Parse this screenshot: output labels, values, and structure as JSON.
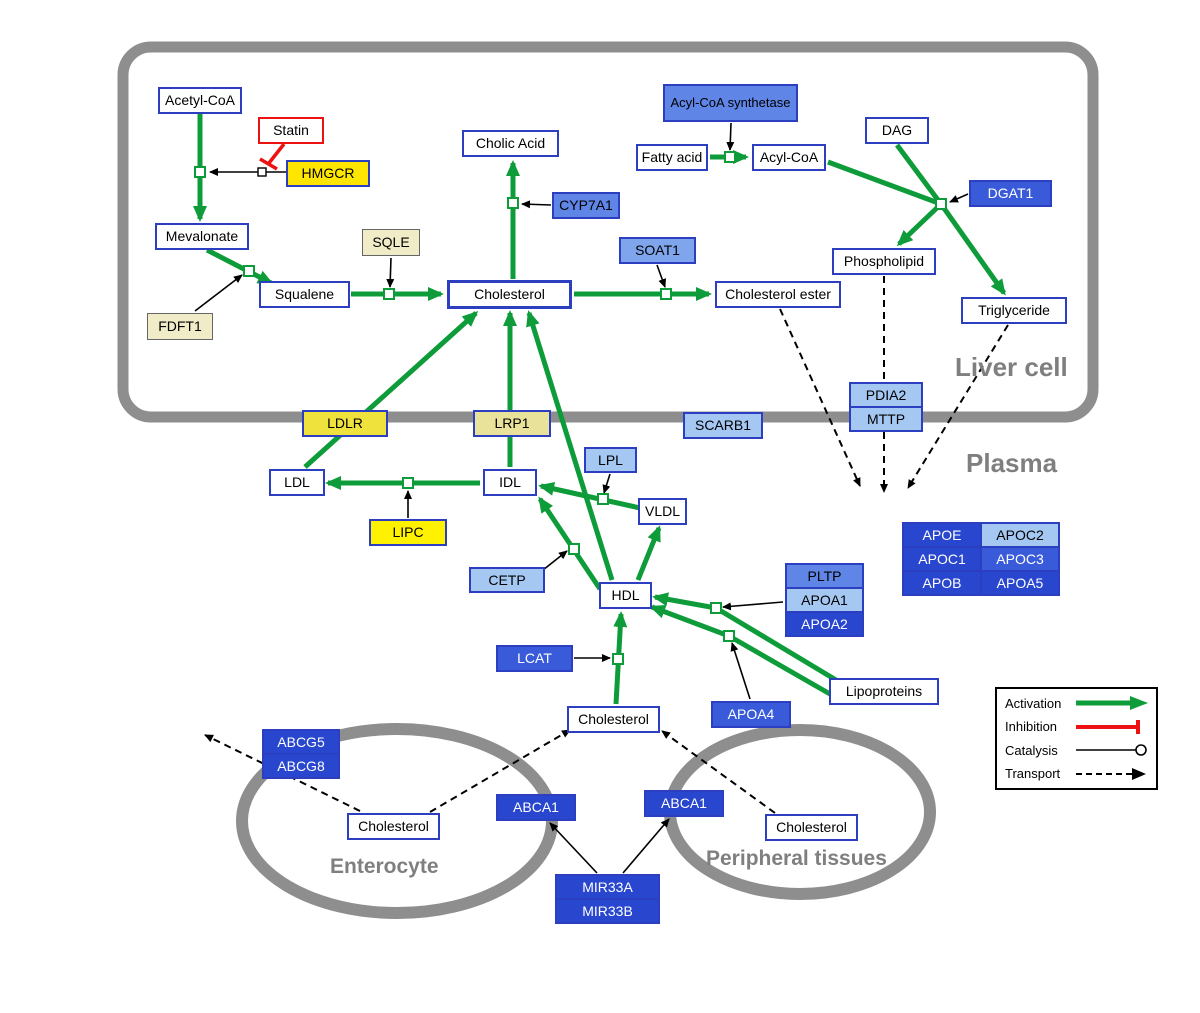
{
  "compartments": {
    "liver_cell": {
      "label": "Liver cell"
    },
    "plasma": {
      "label": "Plasma"
    },
    "enterocyte": {
      "label": "Enterocyte"
    },
    "peripheral_tissues": {
      "label": "Peripheral tissues"
    }
  },
  "legend": {
    "items": [
      {
        "label": "Activation",
        "type": "activation",
        "color": "#0E9C3A"
      },
      {
        "label": "Inhibition",
        "type": "inhibition",
        "color": "#EE1111"
      },
      {
        "label": "Catalysis",
        "type": "catalysis",
        "color": "#000000"
      },
      {
        "label": "Transport",
        "type": "transport",
        "color": "#000000"
      }
    ]
  },
  "nodes": {
    "acetyl_coa": {
      "label": "Acetyl-CoA"
    },
    "statin": {
      "label": "Statin"
    },
    "hmgcr": {
      "label": "HMGCR"
    },
    "mevalonate": {
      "label": "Mevalonate"
    },
    "sqle": {
      "label": "SQLE"
    },
    "fdft1": {
      "label": "FDFT1"
    },
    "squalene": {
      "label": "Squalene"
    },
    "cholesterol_liver": {
      "label": "Cholesterol"
    },
    "cholic_acid": {
      "label": "Cholic Acid"
    },
    "cyp7a1": {
      "label": "CYP7A1"
    },
    "soat1": {
      "label": "SOAT1"
    },
    "cholesterol_ester": {
      "label": "Cholesterol ester"
    },
    "acyl_coa_synthetase": {
      "label": "Acyl-CoA synthetase"
    },
    "fatty_acid": {
      "label": "Fatty acid"
    },
    "acyl_coa": {
      "label": "Acyl-CoA"
    },
    "dag": {
      "label": "DAG"
    },
    "dgat1": {
      "label": "DGAT1"
    },
    "phospholipid": {
      "label": "Phospholipid"
    },
    "triglyceride": {
      "label": "Triglyceride"
    },
    "pdia2": {
      "label": "PDIA2"
    },
    "mttp": {
      "label": "MTTP"
    },
    "scarb1": {
      "label": "SCARB1"
    },
    "ldlr": {
      "label": "LDLR"
    },
    "lrp1": {
      "label": "LRP1"
    },
    "lpl": {
      "label": "LPL"
    },
    "ldl": {
      "label": "LDL"
    },
    "idl": {
      "label": "IDL"
    },
    "vldl": {
      "label": "VLDL"
    },
    "lipc": {
      "label": "LIPC"
    },
    "cetp": {
      "label": "CETP"
    },
    "hdl": {
      "label": "HDL"
    },
    "lcat": {
      "label": "LCAT"
    },
    "apoe": {
      "label": "APOE"
    },
    "apoc2": {
      "label": "APOC2"
    },
    "apoc1": {
      "label": "APOC1"
    },
    "apoc3": {
      "label": "APOC3"
    },
    "apob": {
      "label": "APOB"
    },
    "apoa5": {
      "label": "APOA5"
    },
    "pltp": {
      "label": "PLTP"
    },
    "apoa1": {
      "label": "APOA1"
    },
    "apoa2": {
      "label": "APOA2"
    },
    "apoa4": {
      "label": "APOA4"
    },
    "lipoproteins": {
      "label": "Lipoproteins"
    },
    "cholesterol_plasma": {
      "label": "Cholesterol"
    },
    "abcg5": {
      "label": "ABCG5"
    },
    "abcg8": {
      "label": "ABCG8"
    },
    "cholesterol_enterocyte": {
      "label": "Cholesterol"
    },
    "abca1_left": {
      "label": "ABCA1"
    },
    "abca1_right": {
      "label": "ABCA1"
    },
    "cholesterol_peripheral": {
      "label": "Cholesterol"
    },
    "mir33a": {
      "label": "MIR33A"
    },
    "mir33b": {
      "label": "MIR33B"
    }
  },
  "colors": {
    "activation_green": "#0E9C3A",
    "inhibition_red": "#EE1111",
    "membrane_gray": "#8E8E8E",
    "node_border_blue": "#2B3FC0",
    "yellow_bright": "#FFE600",
    "yellow_pale": "#F0ECC8",
    "blue_light": "#A5C8F2",
    "blue_mid": "#5F85E6",
    "blue_strong": "#3A5BD9",
    "blue_dark": "#2846CE"
  }
}
